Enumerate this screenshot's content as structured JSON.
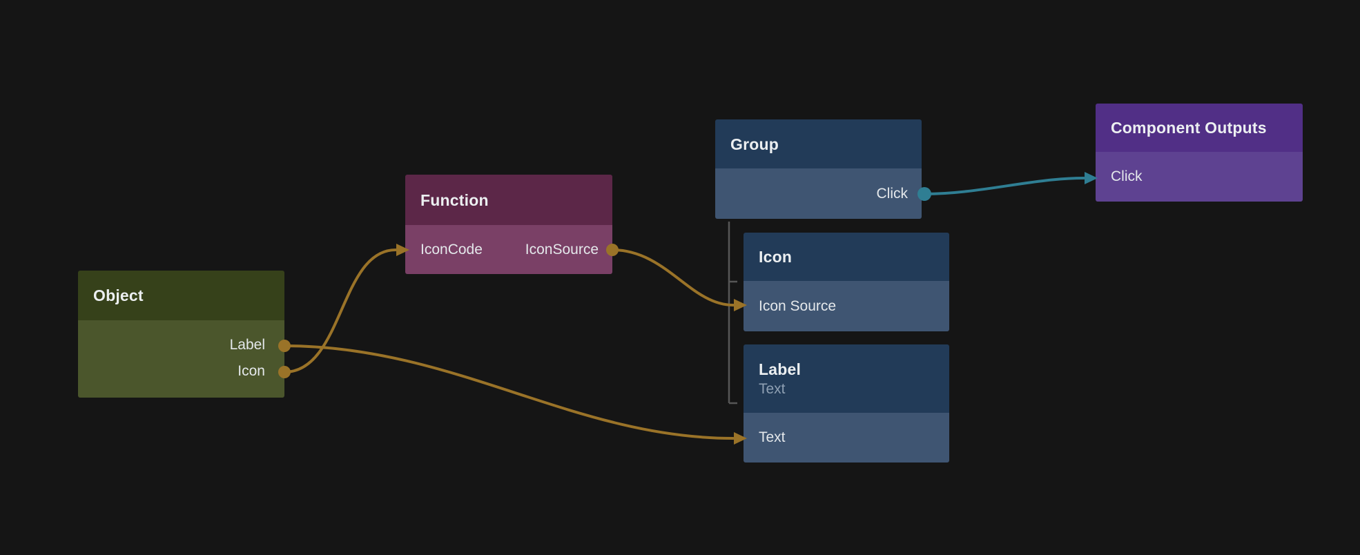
{
  "canvas": {
    "background": "#151515"
  },
  "colors": {
    "object_header": "#36411a",
    "object_body": "#4b562c",
    "function_header": "#5c2748",
    "function_body": "#7a4066",
    "blue_header": "#223b58",
    "blue_body": "#3f5572",
    "component_outputs_header": "#512f86",
    "component_outputs_body": "#5e4291",
    "wire_orange": "#9a7328",
    "wire_teal": "#2f7e93",
    "hierarchy_line": "#565656"
  },
  "nodes": {
    "object": {
      "title": "Object",
      "outputs": [
        {
          "label": "Label"
        },
        {
          "label": "Icon"
        }
      ]
    },
    "function": {
      "title": "Function",
      "inputs": [
        {
          "label": "IconCode"
        }
      ],
      "outputs": [
        {
          "label": "IconSource"
        }
      ]
    },
    "group": {
      "title": "Group",
      "outputs": [
        {
          "label": "Click"
        }
      ]
    },
    "icon": {
      "title": "Icon",
      "inputs": [
        {
          "label": "Icon Source"
        }
      ]
    },
    "label": {
      "title": "Label",
      "subtitle": "Text",
      "inputs": [
        {
          "label": "Text"
        }
      ]
    },
    "component_outputs": {
      "title": "Component Outputs",
      "inputs": [
        {
          "label": "Click"
        }
      ]
    }
  },
  "connections": [
    {
      "from": "Object.Icon",
      "to": "Function.IconCode",
      "color": "#9a7328"
    },
    {
      "from": "Object.Label",
      "to": "Label.Text",
      "color": "#9a7328"
    },
    {
      "from": "Function.IconSource",
      "to": "Icon.Icon Source",
      "color": "#9a7328"
    },
    {
      "from": "Group.Click",
      "to": "Component Outputs.Click",
      "color": "#2f7e93"
    }
  ],
  "hierarchy": {
    "parent": "Group",
    "children": [
      "Icon",
      "Label"
    ]
  }
}
